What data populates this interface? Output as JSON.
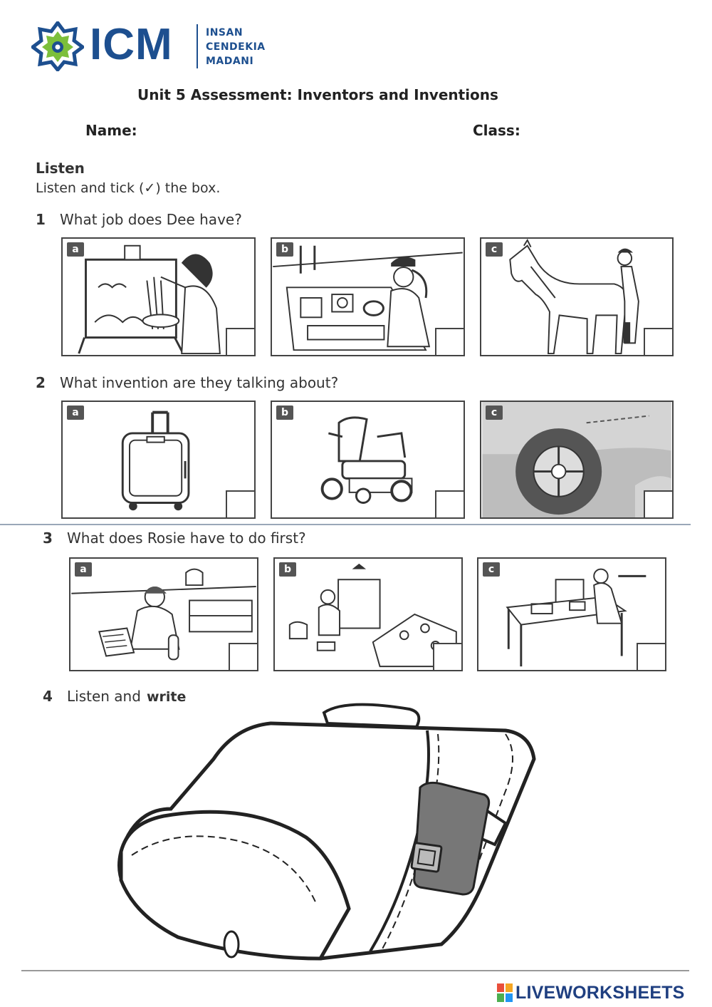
{
  "header": {
    "logo_text": "ICM",
    "logo_words": [
      "INSAN",
      "CENDEKIA",
      "MADANI"
    ],
    "title": "Unit 5 Assessment: Inventors and Inventions",
    "name_label": "Name:",
    "class_label": "Class:"
  },
  "colors": {
    "brand_blue": "#1d4f8f",
    "brand_green": "#7cbf3b",
    "panel_border": "#444444",
    "tag_bg": "#555555"
  },
  "section": {
    "heading": "Listen",
    "instruction": "Listen and tick (✓) the box."
  },
  "questions": [
    {
      "number": "1",
      "text": "What job does Dee have?",
      "options": [
        {
          "letter": "a",
          "picture": "woman-painting-at-easel"
        },
        {
          "letter": "b",
          "picture": "woman-pilot-in-cockpit"
        },
        {
          "letter": "c",
          "picture": "woman-grooming-horse"
        }
      ]
    },
    {
      "number": "2",
      "text": "What invention are they talking about?",
      "options": [
        {
          "letter": "a",
          "picture": "wheeled-suitcase"
        },
        {
          "letter": "b",
          "picture": "electric-wheelchair"
        },
        {
          "letter": "c",
          "picture": "car-wheel"
        }
      ]
    },
    {
      "number": "3",
      "text": "What does Rosie have to do first?",
      "options": [
        {
          "letter": "a",
          "picture": "girl-doing-homework"
        },
        {
          "letter": "b",
          "picture": "girl-tidying-bedroom"
        },
        {
          "letter": "c",
          "picture": "girl-laying-table"
        }
      ]
    },
    {
      "number": "4",
      "text": "Listen and",
      "write_label": "write",
      "picture": "schoolbag-with-pocket"
    }
  ],
  "footer": {
    "brand": "LIVEWORKSHEETS"
  }
}
